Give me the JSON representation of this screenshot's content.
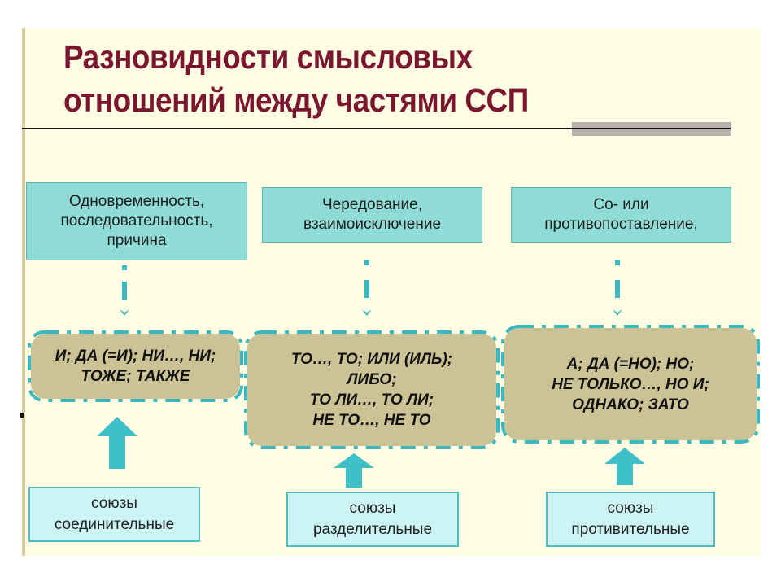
{
  "title": {
    "line1": "Разновидности смысловых",
    "line2": "отношений между частями ССП"
  },
  "colors": {
    "title": "#7b1630",
    "background": "#fffde3",
    "top_box_fill": "#8fdcd7",
    "middle_box_fill": "#cbc395",
    "middle_box_dash": "#3bb8c0",
    "bottom_box_fill": "#ccf4f4",
    "arrow": "#3fc0c8"
  },
  "columns": [
    {
      "relation": {
        "lines": [
          "Одновременность,",
          "последовательность,",
          "причина"
        ]
      },
      "conjunctions": {
        "lines": [
          "И; ДА (=И); НИ…, НИ;",
          "ТОЖЕ; ТАКЖЕ"
        ]
      },
      "type": {
        "lines": [
          "союзы",
          "соединительные"
        ]
      }
    },
    {
      "relation": {
        "lines": [
          "Чередование,",
          "взаимоисключение"
        ]
      },
      "conjunctions": {
        "lines": [
          "ТО…, ТО; ИЛИ (ИЛЬ);",
          "ЛИБО;",
          "ТО ЛИ…, ТО ЛИ;",
          "НЕ ТО…, НЕ ТО"
        ]
      },
      "type": {
        "lines": [
          "союзы",
          "разделительные"
        ]
      }
    },
    {
      "relation": {
        "lines": [
          "Со- или",
          "противопоставление,"
        ]
      },
      "conjunctions": {
        "lines": [
          "А; ДА (=НО); НО;",
          "НЕ ТОЛЬКО…, НО И;",
          "ОДНАКО; ЗАТО"
        ]
      },
      "type": {
        "lines": [
          "союзы",
          "противительные"
        ]
      }
    }
  ]
}
